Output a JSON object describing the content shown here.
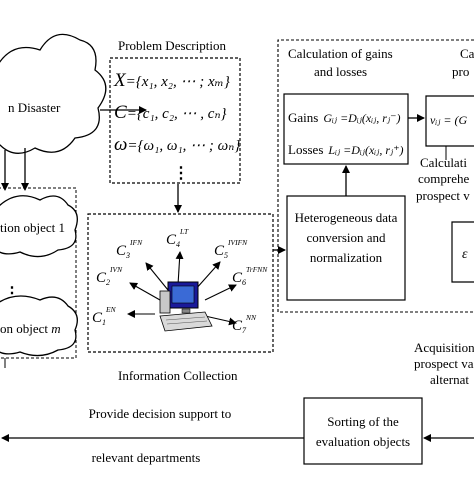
{
  "diagram": {
    "disaster_cloud": {
      "label": "n Disaster"
    },
    "object_cloud_1": {
      "label": "tion object 1"
    },
    "object_cloud_m": {
      "label": "on object ",
      "index": "m"
    },
    "vertical_ellipsis": "⋮",
    "problem_description": {
      "title": "Problem Description",
      "formulas": [
        {
          "lhs": "X",
          "rhs": "={x₁, x₂, ⋯ ; xₘ}"
        },
        {
          "lhs": "C",
          "rhs": "={c₁, c₂, ⋯ , cₙ}"
        },
        {
          "lhs": "ω",
          "rhs": "={ω₁, ω₁, ⋯ ; ωₙ}"
        }
      ],
      "ellipsis": "⋮"
    },
    "gains_losses": {
      "title_line1": "Calculation of gains",
      "title_line2": "and losses",
      "gains_label": "Gains",
      "gains_formula": "Gᵢⱼ =Dᵢⱼ(xᵢⱼ, rⱼ⁻)",
      "losses_label": "Losses",
      "losses_formula": "Lᵢⱼ =Dᵢⱼ(xᵢⱼ, rⱼ⁺)"
    },
    "right_partial": {
      "line1": "Ca",
      "line2": "pro",
      "formula": "vᵢⱼ = (G",
      "calc_line1": "Calculati",
      "calc_line2": "comprehe",
      "calc_line3": "prospect v",
      "acq_line1": "Acquisition",
      "acq_line2": "prospect va",
      "acq_line3": "alternat"
    },
    "heterogeneous": {
      "line1": "Heterogeneous data",
      "line2": "conversion and",
      "line3": "normalization"
    },
    "information_collection": {
      "title": "Information Collection",
      "items": [
        {
          "c": "C",
          "sub": "3",
          "sup": "IFN"
        },
        {
          "c": "C",
          "sub": "4",
          "sup": "LT"
        },
        {
          "c": "C",
          "sub": "5",
          "sup": "IVIFN"
        },
        {
          "c": "C",
          "sub": "2",
          "sup": "IVN"
        },
        {
          "c": "C",
          "sub": "6",
          "sup": "TrFNN"
        },
        {
          "c": "C",
          "sub": "1",
          "sup": "EN"
        },
        {
          "c": "C",
          "sub": "7",
          "sup": "NN"
        }
      ]
    },
    "sorting": {
      "line1": "Sorting of the",
      "line2": "evaluation objects"
    },
    "decision_support": {
      "line1": "Provide decision support to",
      "line2": "relevant departments"
    }
  }
}
